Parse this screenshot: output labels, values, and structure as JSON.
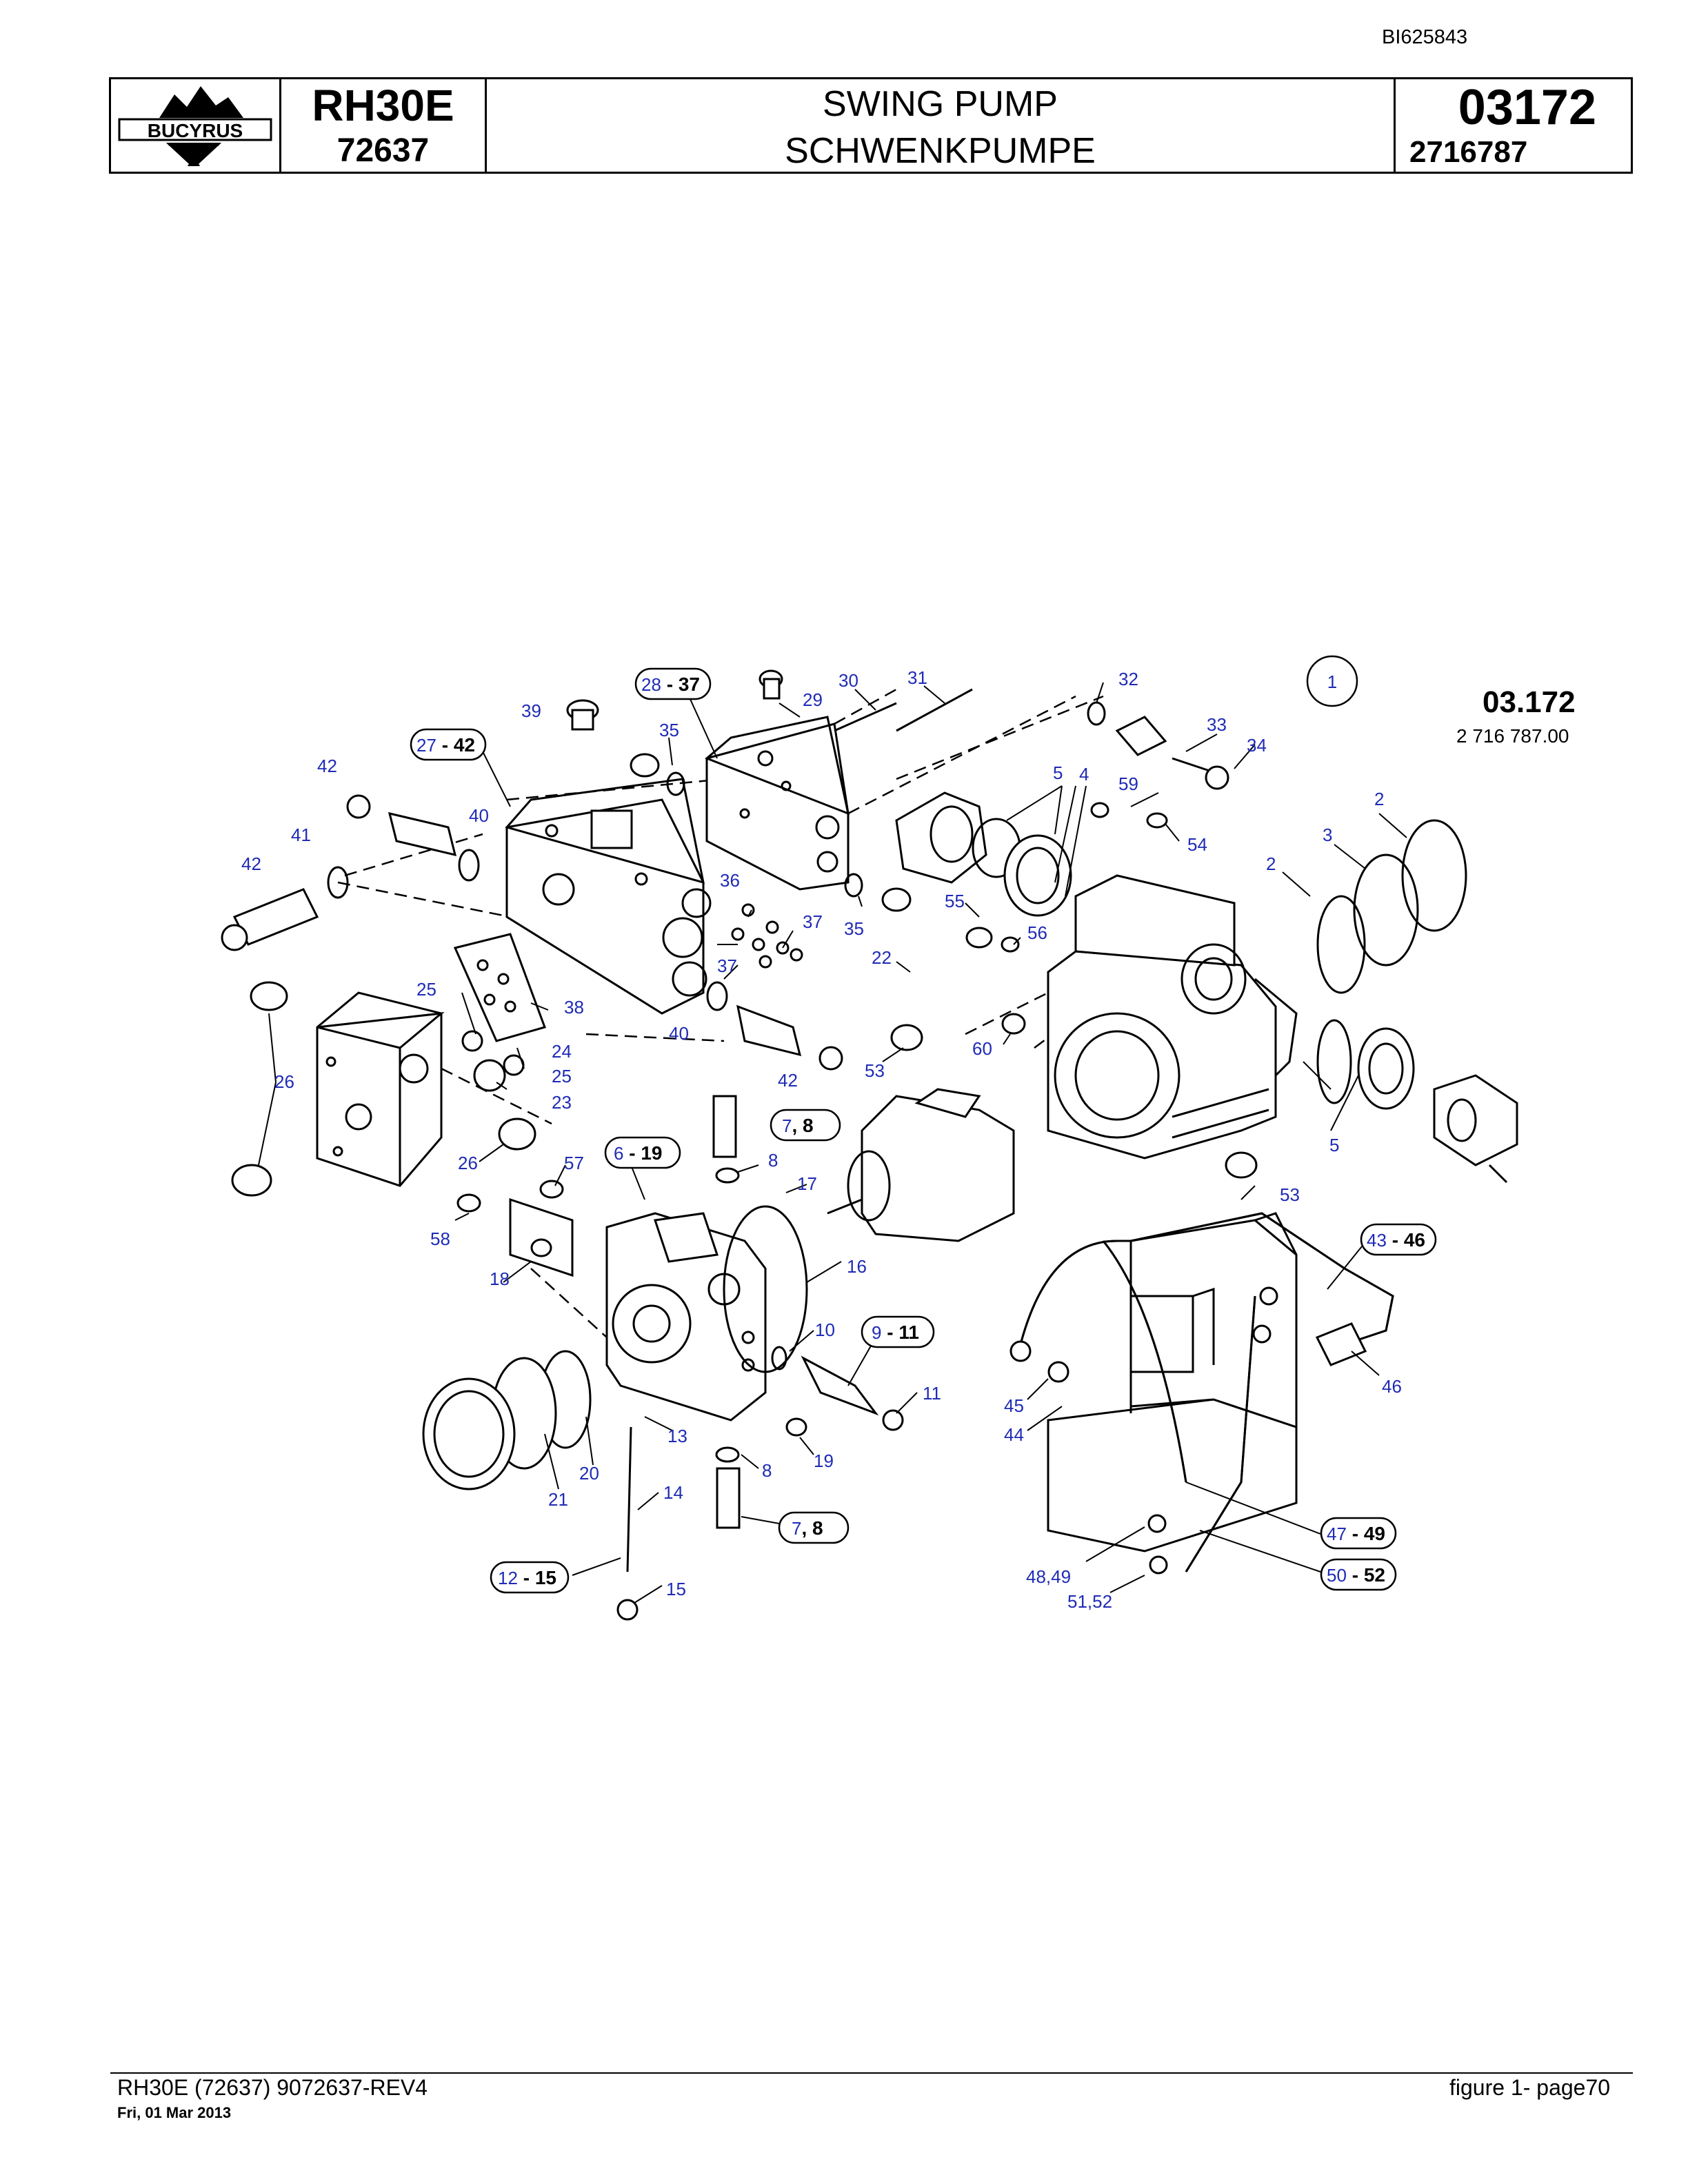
{
  "document": {
    "doc_id": "BI625843",
    "brand": "BUCYRUS",
    "model": "RH30E",
    "serial": "72637",
    "title_en": "SWING PUMP",
    "title_de": "SCHWENKPUMPE",
    "group_number": "03172",
    "part_number": "2716787"
  },
  "drawing": {
    "section_number": "03.172",
    "section_part": "2 716 787.00",
    "callouts": {
      "c1": "1",
      "c2a": "2",
      "c2b": "2",
      "c3": "3",
      "c4": "4",
      "c5a": "5",
      "c5b": "5",
      "c8a": "8",
      "c8b": "8",
      "c10": "10",
      "c11": "11",
      "c13": "13",
      "c14": "14",
      "c15": "15",
      "c16": "16",
      "c17": "17",
      "c18": "18",
      "c19": "19",
      "c20": "20",
      "c21": "21",
      "c22": "22",
      "c23": "23",
      "c24": "24",
      "c25a": "25",
      "c25b": "25",
      "c26a": "26",
      "c26b": "26",
      "c29": "29",
      "c30": "30",
      "c31": "31",
      "c32": "32",
      "c33": "33",
      "c34": "34",
      "c35a": "35",
      "c35b": "35",
      "c36": "36",
      "c37a": "37",
      "c37b": "37",
      "c38": "38",
      "c39": "39",
      "c40a": "40",
      "c40b": "40",
      "c41": "41",
      "c42a": "42",
      "c42b": "42",
      "c42c": "42",
      "c44": "44",
      "c45": "45",
      "c46": "46",
      "c53a": "53",
      "c53b": "53",
      "c54": "54",
      "c55": "55",
      "c56": "56",
      "c57": "57",
      "c58": "58",
      "c59": "59",
      "c60": "60",
      "c4849": "48,49",
      "c5152": "51,52"
    },
    "ranges": {
      "r2837": {
        "from": "28",
        "to": "37"
      },
      "r2742": {
        "from": "27",
        "to": "42"
      },
      "r619": {
        "from": "6",
        "to": "19"
      },
      "r78a": {
        "from": "7",
        "to": "8"
      },
      "r78b": {
        "from": "7",
        "to": "8"
      },
      "r911": {
        "from": "9",
        "to": "11"
      },
      "r1215": {
        "from": "12",
        "to": "15"
      },
      "r4346": {
        "from": "43",
        "to": "46"
      },
      "r4749": {
        "from": "47",
        "to": "49"
      },
      "r5052": {
        "from": "50",
        "to": "52"
      }
    }
  },
  "footer": {
    "left": "RH30E (72637) 9072637-REV4",
    "date": "Fri, 01 Mar 2013",
    "right": "figure  1- page70"
  }
}
